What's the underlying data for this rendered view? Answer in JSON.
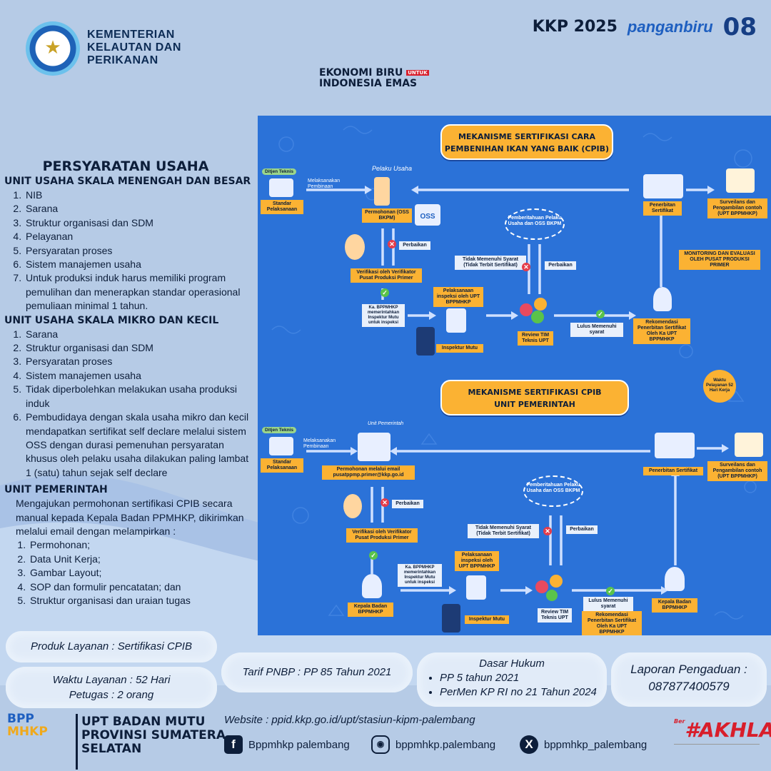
{
  "header": {
    "ministry_line1": "KEMENTERIAN",
    "ministry_line2": "KELAUTAN DAN",
    "ministry_line3": "PERIKANAN",
    "logo_kkp2025": "KKP 2025",
    "logo_panganbiru": "panganbiru",
    "logo_08": "08",
    "ekonomi_line1": "EKONOMI BIRU",
    "ekonomi_tag": "UNTUK",
    "ekonomi_line2": "INDONESIA EMAS"
  },
  "left": {
    "title": "PERSYARATAN USAHA",
    "sec1_title": "UNIT USAHA SKALA MENENGAH DAN BESAR",
    "sec1_items": [
      "NIB",
      "Sarana",
      "Struktur organisasi dan SDM",
      "Pelayanan",
      "Persyaratan proses",
      "Sistem manajemen usaha",
      "Untuk produksi induk harus memiliki program pemulihan dan menerapkan standar operasional pemuliaan minimal 1 tahun."
    ],
    "sec2_title": "UNIT USAHA SKALA MIKRO DAN KECIL",
    "sec2_items": [
      "Sarana",
      "Struktur organisasi dan SDM",
      "Persyaratan proses",
      "Sistem manajemen usaha",
      "Tidak diperbolehkan melakukan usaha produksi induk",
      "Pembudidaya dengan skala usaha mikro dan kecil mendapatkan sertifikat self declare melalui sistem OSS dengan durasi pemenuhan persyaratan khusus oleh pelaku usaha dilakukan paling lambat 1 (satu) tahun sejak self declare"
    ],
    "sec3_title": "UNIT PEMERINTAH",
    "sec3_text": "Mengajukan permohonan sertifikasi CPIB secara manual kepada Kepala Badan PPMHKP, dikirimkan melalui email dengan melampirkan :",
    "sec3_items": [
      "Permohonan;",
      "Data Unit Kerja;",
      "Gambar Layout;",
      "SOP dan formulir pencatatan; dan",
      "Struktur organisasi dan uraian tugas"
    ]
  },
  "flow1": {
    "title_line1": "MEKANISME SERTIFIKASI CARA",
    "title_line2": "PEMBENIHAN  IKAN YANG BAIK (CPIB)",
    "ditjen": "Ditjen Teknis",
    "standar": "Standar Pelaksanaan",
    "melaksanakan": "Melaksanakan Pembinaan",
    "pelaku_usaha": "Pelaku Usaha",
    "permohonan": "Permohonan (OSS BKPM)",
    "oss": "OSS",
    "perbaikan1": "Perbaikan",
    "verifikasi": "Verifikasi oleh Verifikator Pusat Produksi Primer",
    "ka_bppmhkp": "Ka. BPPMHKP memerintahkan Inspektur Mutu untuk inspeksi",
    "pelaksanaan": "Pelaksanaan inspeksi oleh UPT BPPMHKP",
    "inspektur": "Inspektur Mutu",
    "pemberitahuan": "Pemberitahuan Pelaku Usaha dan OSS BKPM",
    "tidak_memenuhi": "Tidak Memenuhi Syarat (Tidak Terbit Sertifikat)",
    "perbaikan2": "Perbaikan",
    "review": "Review TIM Teknis UPT",
    "lulus": "Lulus Memenuhi syarat",
    "rekomendasi": "Rekomendasi Penerbitan Sertifikat Oleh Ka UPT BPPMHKP",
    "penerbitan": "Penerbitan Sertifikat",
    "surveilans": "Surveilans dan Pengambilan contoh (UPT BPPMHKP)",
    "monitoring": "MONITORING DAN EVALUASI OLEH PUSAT PRODUKSI PRIMER"
  },
  "waktu_badge": "Waktu Pelayanan 52 Hari Kerja",
  "flow2": {
    "title_line1": "MEKANISME SERTIFIKASI CPIB",
    "title_line2": "UNIT PEMERINTAH",
    "ditjen": "Ditjen Teknis",
    "standar": "Standar Pelaksanaan",
    "melaksanakan": "Melaksanakan Pembinaan",
    "unit_pemerintah": "Unit Pemerintah",
    "permohonan": "Permohonan melalui email pusatppmp.primer@kkp.go.id",
    "perbaikan1": "Perbaikan",
    "verifikasi": "Verifikasi oleh Verifikator Pusat Produksi Primer",
    "kepala_badan": "Kepala Badan BPPMHKP",
    "ka_bppmhkp": "Ka. BPPMHKP memerintahkan Inspektur Mutu untuk inspeksi",
    "pelaksanaan": "Pelaksanaan inspeksi oleh UPT BPPMHKP",
    "inspektur": "Inspektur Mutu",
    "pemberitahuan": "Pemberitahuan Pelaku Usaha dan OSS BKPM",
    "tidak_memenuhi": "Tidak Memenuhi Syarat (Tidak Terbit Sertifikat)",
    "perbaikan2": "Perbaikan",
    "review": "Review TIM Teknis UPT",
    "lulus": "Lulus Memenuhi syarat",
    "rekomendasi": "Rekomendasi Penerbitan Sertifikat Oleh Ka UPT BPPMHKP",
    "kepala_badan2": "Kepala Badan BPPMHKP",
    "penerbitan": "Penerbitan Sertifikat",
    "surveilans": "Surveilans dan Pengambilan contoh (UPT BPPMHKP)"
  },
  "boxes": {
    "produk": "Produk Layanan : Sertifikasi CPIB",
    "waktu": "Waktu Layanan : 52 Hari",
    "petugas": "Petugas : 2 orang",
    "tarif": "Tarif PNBP : PP 85 Tahun 2021",
    "dasar_title": "Dasar Hukum",
    "dasar_items": [
      "PP 5 tahun 2021",
      "PerMen KP RI no 21 Tahun 2024"
    ],
    "lapor_title": "Laporan Pengaduan :",
    "lapor_phone": "087877400579"
  },
  "footer": {
    "bpp": "BPP",
    "mhkp": "MHKP",
    "upt_line1": "UPT BADAN MUTU",
    "upt_line2": "PROVINSI SUMATERA",
    "upt_line3": "SELATAN",
    "website": "Website : ppid.kkp.go.id/upt/stasiun-kipm-palembang",
    "facebook": "Bppmhkp palembang",
    "instagram": "bppmhkp.palembang",
    "x": "bppmhkp_palembang",
    "akhlak_ber": "Ber",
    "akhlak": "#AKHLAK"
  },
  "colors": {
    "panel": "#2b72d8",
    "accent": "#fbb233",
    "text": "#0d1e3a",
    "bg": "#b6cbe6"
  }
}
